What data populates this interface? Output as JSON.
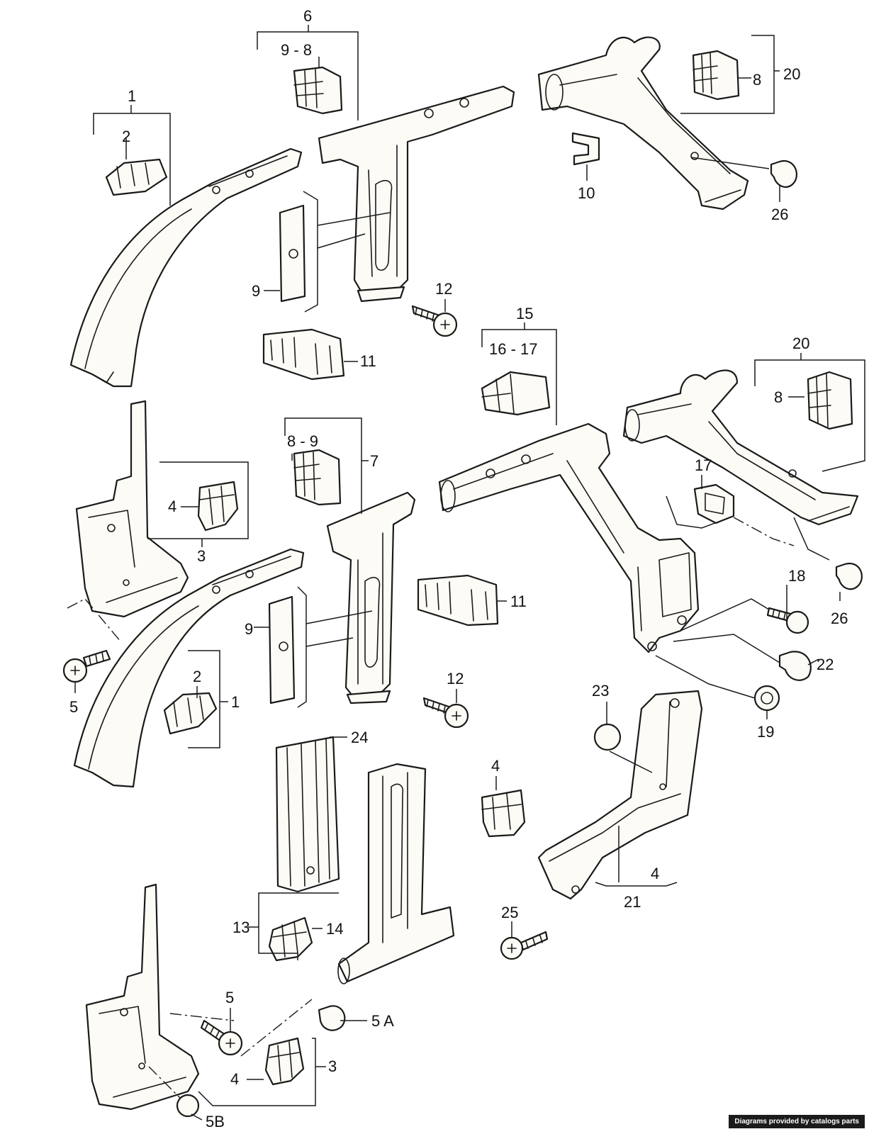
{
  "labels": {
    "l1a": "1",
    "l2a": "2",
    "l6": "6",
    "l98": "9 - 8",
    "l8a": "8",
    "l20a": "20",
    "l10": "10",
    "l26a": "26",
    "l9a": "9",
    "l12a": "12",
    "l11a": "11",
    "l15": "15",
    "l1617": "16 - 17",
    "l20b": "20",
    "l8b": "8",
    "l17": "17",
    "l89": "8 - 9",
    "l7": "7",
    "l4a": "4",
    "l3a": "3",
    "l26b": "26",
    "l18": "18",
    "l11b": "11",
    "l22": "22",
    "l9b": "9",
    "l5a": "5",
    "l2b": "2",
    "l1b": "1",
    "l12b": "12",
    "l19": "19",
    "l23": "23",
    "l24": "24",
    "l4b": "4",
    "l13": "13",
    "l14": "14",
    "l25": "25",
    "l4c": "4",
    "l21": "21",
    "l5b": "5",
    "l5A": "5 A",
    "l3b": "3",
    "l4d": "4",
    "l5B": "5B"
  },
  "credit": "Diagrams provided by catalogs parts"
}
